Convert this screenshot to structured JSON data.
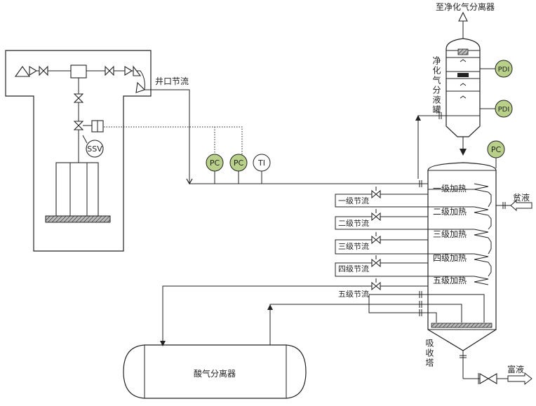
{
  "labels": {
    "wellhead_throttle": "井口节流",
    "to_purified_gas_separator": "至净化气分离器",
    "purified_gas_drum": "净化气分液罐",
    "absorber": "吸收塔",
    "acid_gas_separator": "酸气分离器",
    "lean_liquid": "贫液",
    "rich_liquid": "富液",
    "ssv": "SSV"
  },
  "instruments": {
    "pdi_top": "PDI",
    "pdi_bottom": "PDI",
    "pc_tower": "PC",
    "pc_1": "PC",
    "pc_2": "PC",
    "ti": "TI"
  },
  "stages": [
    {
      "heat": "一级加热",
      "throttle": "一级节流"
    },
    {
      "heat": "二级加热",
      "throttle": "二级节流"
    },
    {
      "heat": "三级加热",
      "throttle": "三级节流"
    },
    {
      "heat": "四级加热",
      "throttle": "四级节流"
    },
    {
      "heat": "五级加热",
      "throttle": "五级节流"
    }
  ],
  "colors": {
    "line": "#222222",
    "instrument_fill": "#b8d08a",
    "hatch": "#555555",
    "background": "#ffffff"
  }
}
